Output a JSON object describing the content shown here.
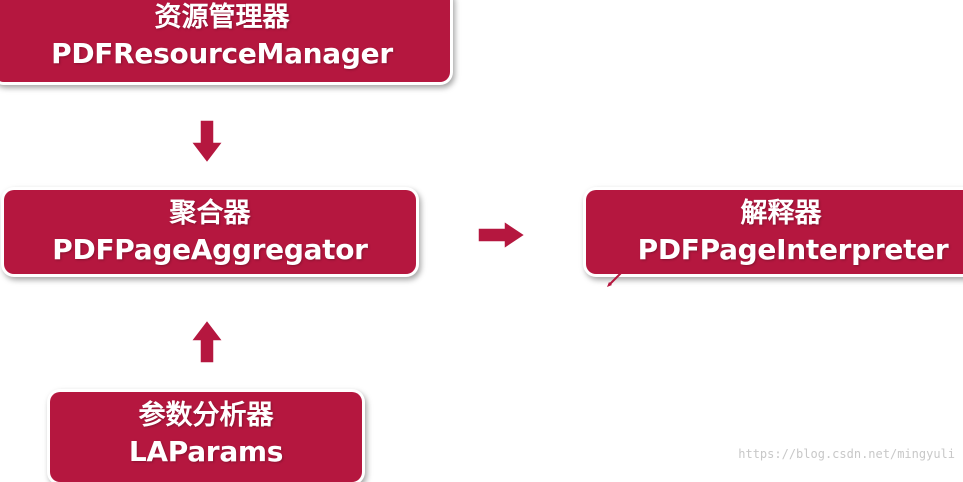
{
  "nodes": {
    "resource_manager": {
      "cn": "资源管理器",
      "en": "PDFResourceManager"
    },
    "aggregator": {
      "cn": "聚合器",
      "en": "PDFPageAggregator"
    },
    "interpreter": {
      "cn": "解释器",
      "en": "PDFPageInterpreter"
    },
    "laparams": {
      "cn": "参数分析器",
      "en": "LAParams"
    }
  },
  "watermark": "https://blog.csdn.net/mingyuli",
  "colors": {
    "box_fill": "#b5173f",
    "arrow_fill": "#b5173f",
    "text": "#ffffff"
  }
}
